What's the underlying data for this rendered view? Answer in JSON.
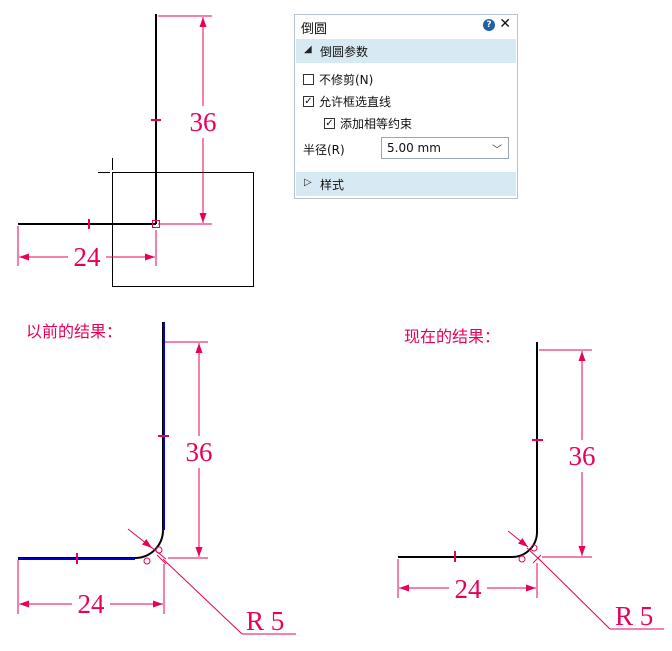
{
  "dialog": {
    "title": "倒圆",
    "help_icon": "help-circle-icon",
    "close_glyph": "✕",
    "section_params": "倒圆参数",
    "opt_no_trim": {
      "label": "不修剪(N)",
      "checked": false
    },
    "opt_allow_box_select": {
      "label": "允许框选直线",
      "checked": true
    },
    "opt_add_equal_constraint": {
      "label": "添加相等约束",
      "checked": true
    },
    "radius_label": "半径(R)",
    "radius_value": "5.00 mm",
    "section_style": "样式"
  },
  "drawing": {
    "top_dim_vertical": "36",
    "top_dim_horizontal": "24",
    "before": {
      "caption": "以前的结果：",
      "dim_vertical": "36",
      "dim_horizontal": "24",
      "radius_label": "R 5"
    },
    "after": {
      "caption": "现在的结果：",
      "dim_vertical": "36",
      "dim_horizontal": "24",
      "radius_label": "R 5"
    },
    "colors": {
      "dimension": "#e8005a",
      "line": "#000000",
      "selected_line": "#0000cc"
    }
  }
}
